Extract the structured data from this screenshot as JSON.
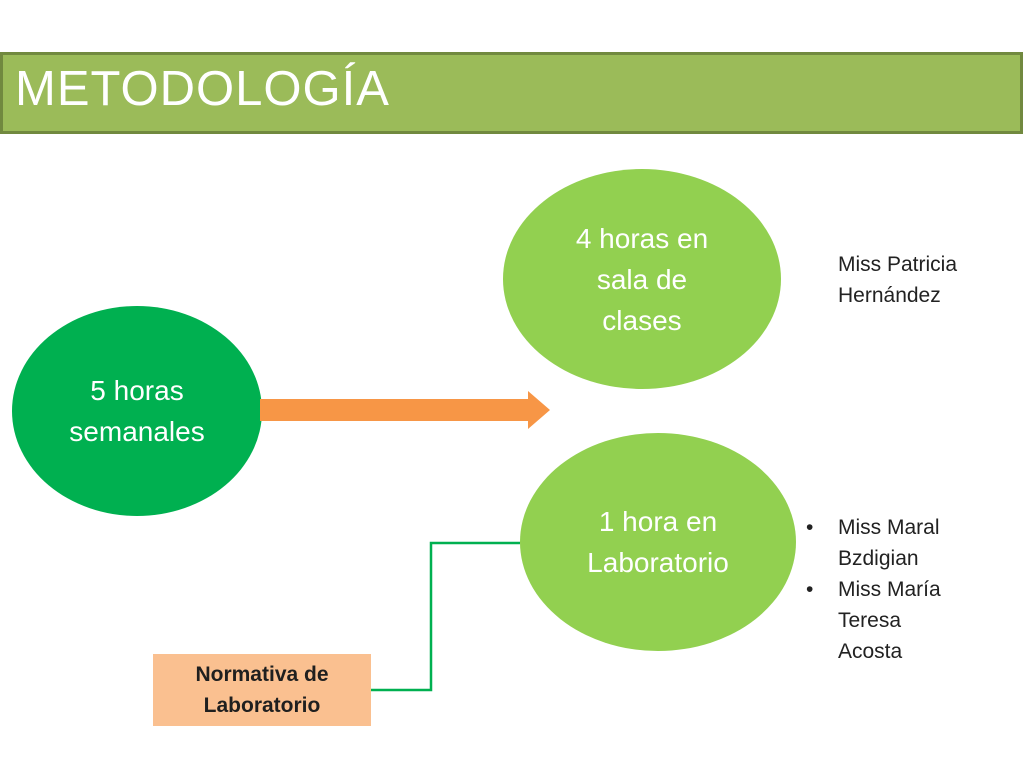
{
  "title": "METODOLOGÍA",
  "nodes": {
    "weekly": "5 horas\nsemanales",
    "classroom": "4 horas en\nsala de\nclases",
    "lab": "1 hora en\nLaboratorio"
  },
  "teachers": {
    "classroom": "Miss Patricia\nHernández",
    "lab": [
      "Miss Maral\nBzdigian",
      "Miss María\nTeresa\nAcosta"
    ]
  },
  "lab_rules": "Normativa de\nLaboratorio",
  "colors": {
    "title_bar": "#9bbb59",
    "weekly_node": "#00b050",
    "session_nodes": "#92d050",
    "arrow": "#f79646",
    "connector": "#00b050",
    "rules_box": "#fac090"
  }
}
